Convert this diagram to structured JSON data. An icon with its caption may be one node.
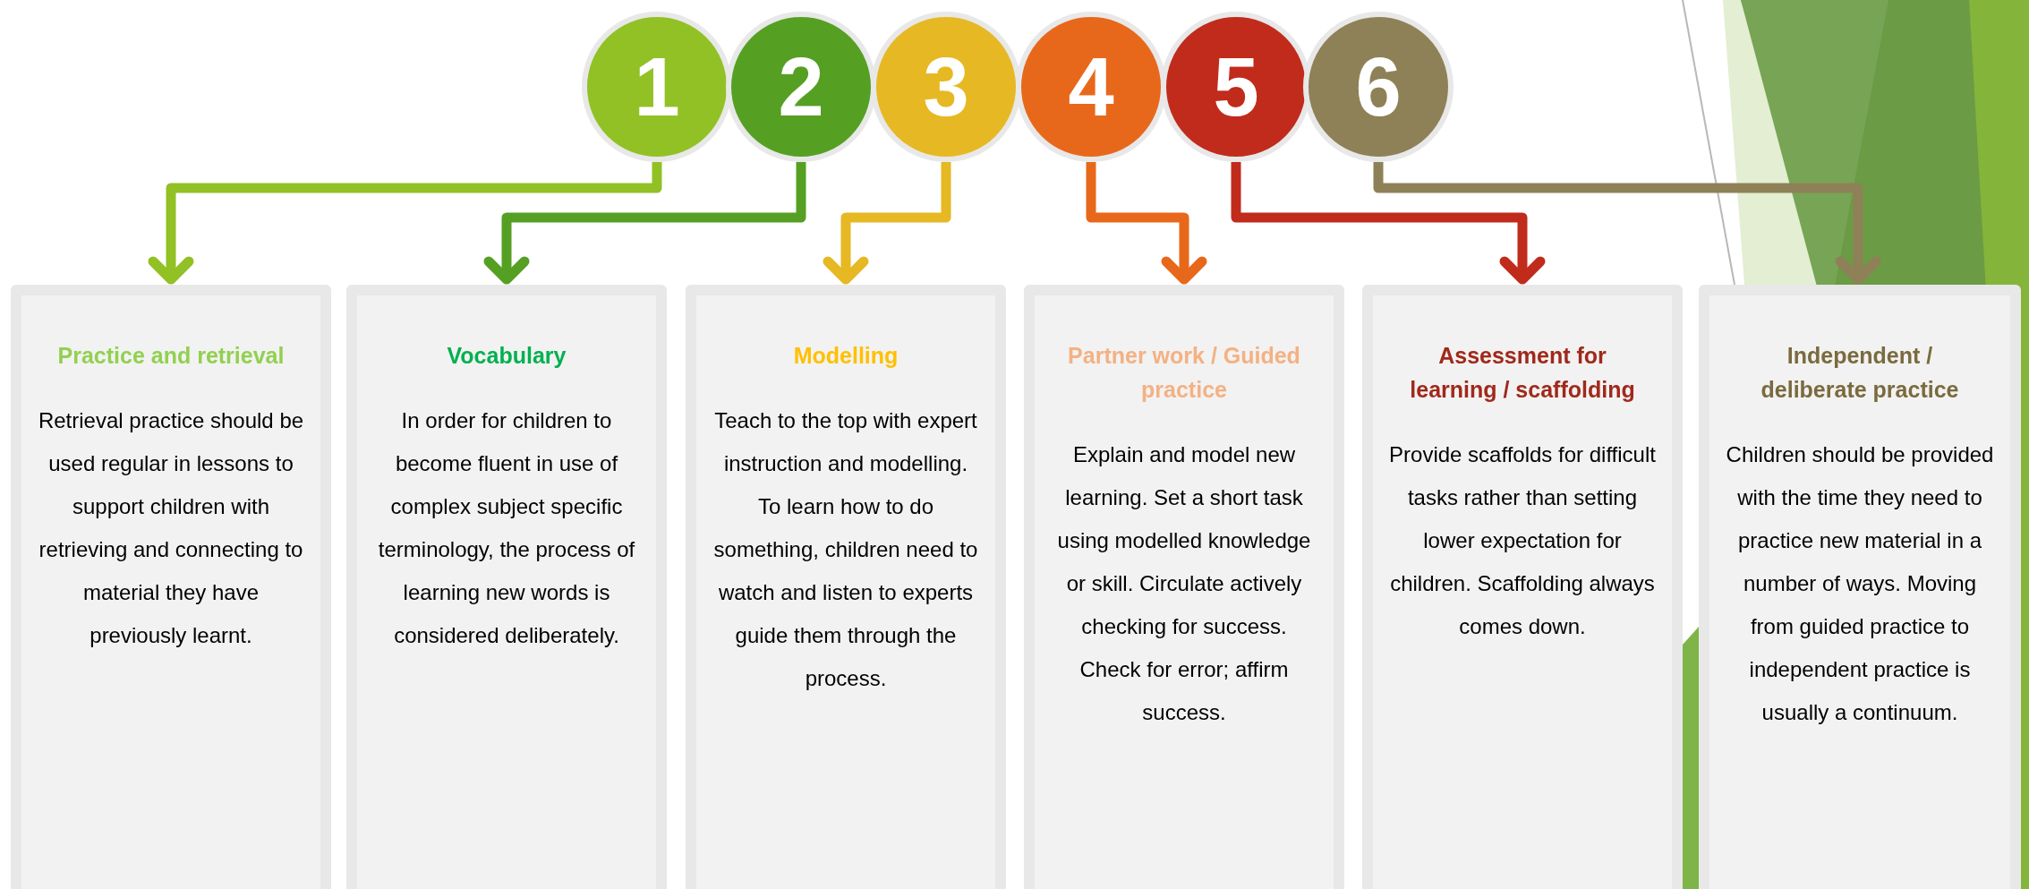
{
  "diagram": {
    "nodes": [
      {
        "text": [
          "1"
        ]
      },
      {
        "text": [
          "2"
        ]
      },
      {
        "text": [
          "3"
        ]
      },
      {
        "text": [
          "4"
        ]
      },
      {
        "text": [
          "5"
        ]
      },
      {
        "text": [
          "6"
        ]
      },
      {
        "text": [
          "Practice and retrieval",
          "Retrieval practice should be used regular in lessons to support children with retrieving and connecting to material they have previously learnt."
        ]
      },
      {
        "text": [
          "Vocabulary",
          "In order for children to become fluent in use of complex subject specific terminology, the process of learning new words is considered deliberately."
        ]
      },
      {
        "text": [
          "Modelling",
          "Teach to the top with expert instruction and modelling. To learn how to do something, children need to watch and listen to experts guide them through the process."
        ]
      },
      {
        "text": [
          "Partner work  / Guided practice",
          "Explain and model new learning. Set a short task using modelled knowledge or skill. Circulate actively checking for success. Check for error; affirm success."
        ]
      },
      {
        "text": [
          "Assessment for learning / scaffolding",
          "Provide scaffolds for difficult tasks rather than setting lower expectation for children. Scaffolding always comes down."
        ]
      },
      {
        "text": [
          "Independent / deliberate practice",
          "Children should be provided with the time they need to practice new material in a number of ways. Moving from guided practice to independent practice is usually a continuum."
        ]
      }
    ],
    "edges": [
      {
        "from": 0,
        "to": 6,
        "arrow": "to",
        "color": "#92c125"
      },
      {
        "from": 1,
        "to": 7,
        "arrow": "to",
        "color": "#55a023"
      },
      {
        "from": 2,
        "to": 8,
        "arrow": "to",
        "color": "#e6b823"
      },
      {
        "from": 3,
        "to": 9,
        "arrow": "to",
        "color": "#e8681b"
      },
      {
        "from": 4,
        "to": 10,
        "arrow": "to",
        "color": "#c12b1c"
      },
      {
        "from": 5,
        "to": 11,
        "arrow": "to",
        "color": "#8e8157"
      }
    ]
  }
}
